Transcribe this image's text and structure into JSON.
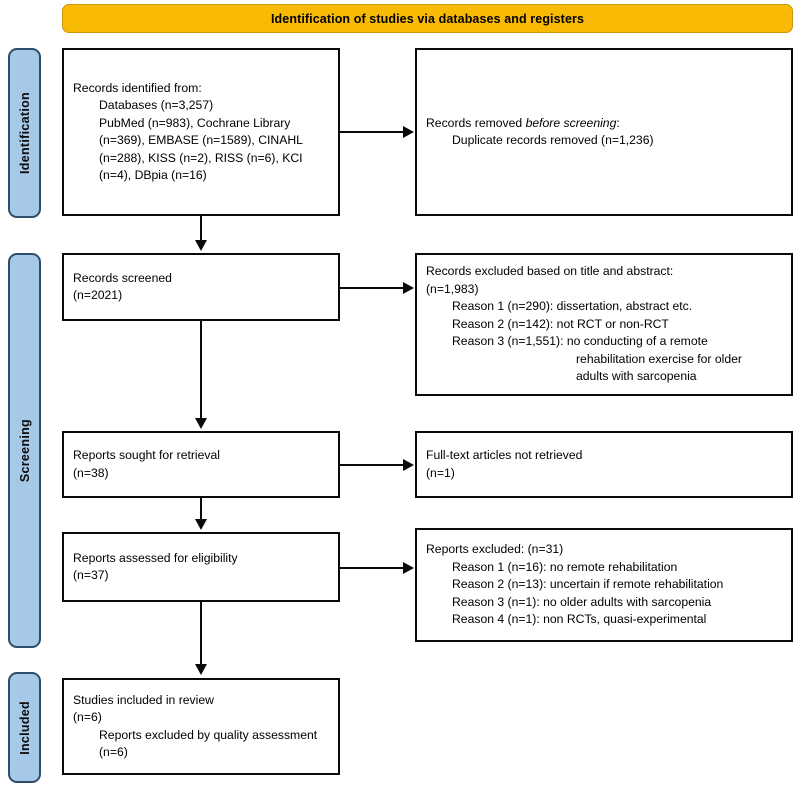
{
  "banner": {
    "title": "Identification of studies via databases and registers",
    "color": "#F9BA06"
  },
  "phases": [
    {
      "label": "Identification",
      "color": "#A6C9E8"
    },
    {
      "label": "Screening",
      "color": "#A6C9E8"
    },
    {
      "label": "Included",
      "color": "#A6C9E8"
    }
  ],
  "boxes": {
    "records_identified": {
      "heading": "Records identified from:",
      "line_databases": "Databases (n=3,257)",
      "line_sources": "PubMed (n=983), Cochrane Library (n=369), EMBASE (n=1589), CINAHL (n=288), KISS (n=2), RISS (n=6), KCI (n=4), DBpia (n=16)"
    },
    "records_removed": {
      "heading_pre": "Records removed ",
      "heading_italic": "before screening",
      "heading_post": ":",
      "line1": "Duplicate records removed (n=1,236)"
    },
    "records_screened": {
      "line1": "Records screened",
      "line2": "(n=2021)"
    },
    "records_excluded": {
      "line1": "Records excluded based on title and abstract:",
      "line2": "(n=1,983)",
      "reason1": "Reason 1 (n=290): dissertation, abstract etc.",
      "reason2": "Reason 2 (n=142): not RCT or non-RCT",
      "reason3_first": "Reason 3 (n=1,551): no conducting of a remote",
      "reason3_second": "rehabilitation exercise for older",
      "reason3_third": "adults with sarcopenia"
    },
    "reports_sought": {
      "line1": "Reports sought for retrieval",
      "line2": "(n=38)"
    },
    "fulltext_not_retrieved": {
      "line1": "Full-text articles not retrieved",
      "line2": "(n=1)"
    },
    "reports_assessed": {
      "line1": "Reports assessed for eligibility",
      "line2": "(n=37)"
    },
    "reports_excluded": {
      "line1": "Reports excluded: (n=31)",
      "reason1": "Reason 1 (n=16): no remote rehabilitation",
      "reason2": "Reason 2 (n=13): uncertain if remote rehabilitation",
      "reason3": "Reason 3 (n=1): no older adults with sarcopenia",
      "reason4": "Reason 4 (n=1): non RCTs, quasi-experimental"
    },
    "studies_included": {
      "line1": "Studies included in review",
      "line2": "(n=6)",
      "line3": "Reports excluded by quality assessment (n=6)"
    }
  }
}
